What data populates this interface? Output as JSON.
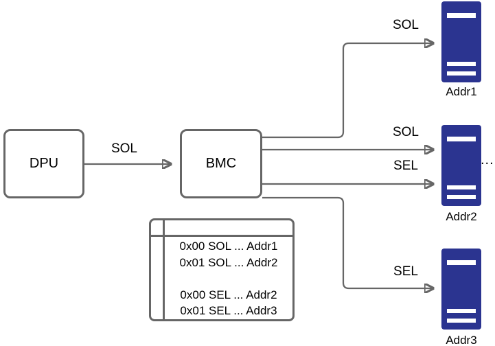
{
  "diagram": {
    "colors": {
      "line": "#666666",
      "server_fill": "#2b3490",
      "server_bar": "#ffffff",
      "node_fill": "#ffffff",
      "text": "#000000",
      "background": "#ffffff"
    },
    "nodes": {
      "dpu": {
        "label": "DPU"
      },
      "bmc": {
        "label": "BMC"
      },
      "servers": [
        {
          "label": "Addr1"
        },
        {
          "label": "Addr2"
        },
        {
          "label": "Addr3"
        }
      ],
      "ellipsis": "..."
    },
    "edges": [
      {
        "from": "DPU",
        "to": "BMC",
        "label": "SOL"
      },
      {
        "from": "BMC",
        "to": "Addr1",
        "label": "SOL"
      },
      {
        "from": "BMC",
        "to": "Addr2",
        "label": "SOL"
      },
      {
        "from": "BMC",
        "to": "Addr2",
        "label": "SEL"
      },
      {
        "from": "BMC",
        "to": "Addr3",
        "label": "SEL"
      }
    ],
    "mapping_table": {
      "rows": [
        "0x00 SOL ... Addr1",
        "0x01 SOL ... Addr2",
        "",
        "0x00 SEL ... Addr2",
        "0x01 SEL ... Addr3"
      ]
    }
  }
}
